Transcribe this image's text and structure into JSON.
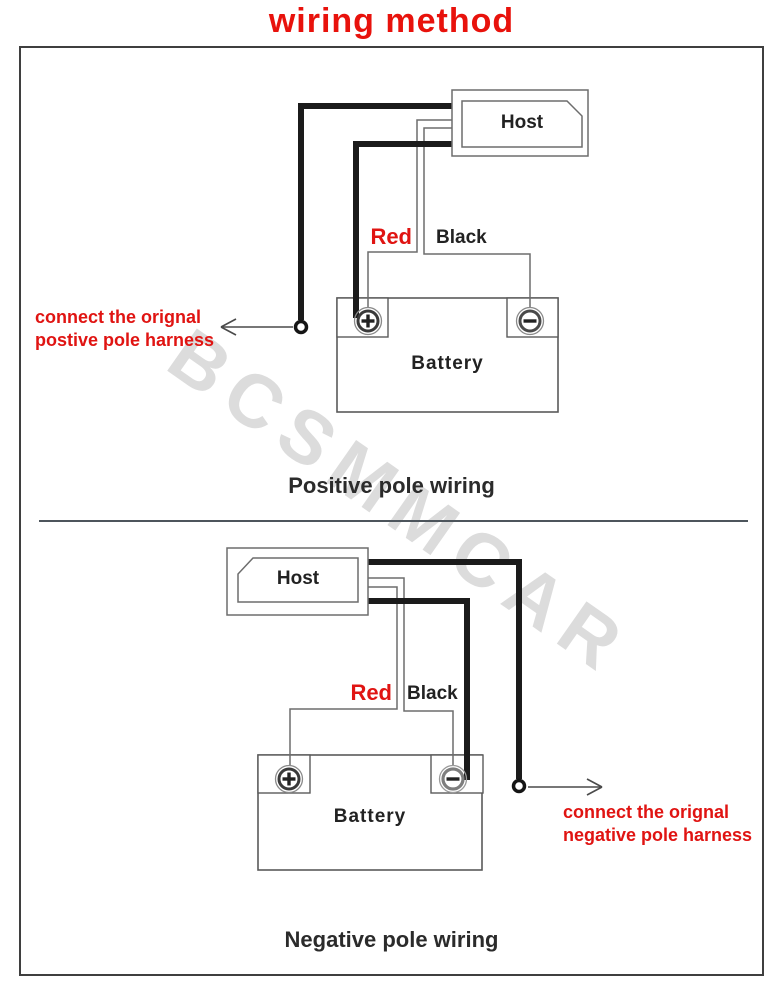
{
  "title": "wiring method",
  "watermark": "BCSMMCAR",
  "colors": {
    "title_red": "#e8120c",
    "label_red": "#e01412",
    "wire_black": "#1b1b1b",
    "line_gray": "#6d6d6d"
  },
  "icons": {
    "positive_terminal": "⊕",
    "negative_terminal": "⊖",
    "harness_ring_connector": "○",
    "arrow_left": "←",
    "arrow_right": "→"
  },
  "positive_section": {
    "host_label": "Host",
    "red_label": "Red",
    "black_label": "Black",
    "battery_label": "Battery",
    "annotation_line1": "connect the orignal",
    "annotation_line2": "postive pole harness",
    "caption": "Positive pole wiring"
  },
  "negative_section": {
    "host_label": "Host",
    "red_label": "Red",
    "black_label": "Black",
    "battery_label": "Battery",
    "annotation_line1": "connect the orignal",
    "annotation_line2": "negative pole harness",
    "caption": "Negative pole wiring"
  }
}
